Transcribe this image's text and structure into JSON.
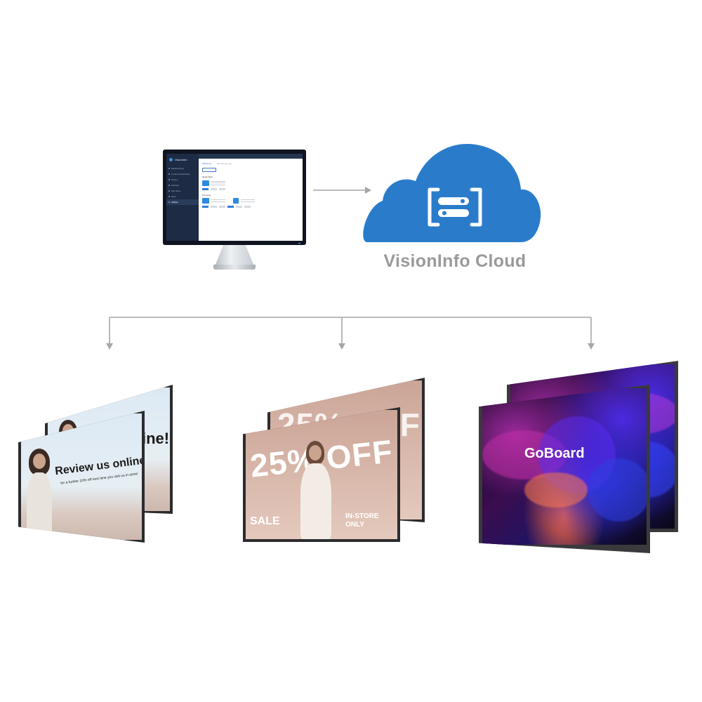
{
  "cloud": {
    "label": "VisionInfo Cloud",
    "icon": "toggle-switch-brackets-icon",
    "color": "#2a7ccb"
  },
  "monitor": {
    "app_name": "VisionInfo",
    "nav_items": [
      "Media Library",
      "Content Scheduling",
      "Screen",
      "Settings",
      "App Store",
      "More"
    ],
    "active_item": "Utilities",
    "tabs": [
      "Marketing",
      "Monitoring Apps"
    ],
    "sections": [
      "Quick Start",
      "Pro Apps"
    ]
  },
  "displays": {
    "review": {
      "headline": "Review us online!",
      "subline": "for a further 10% off next time you visit us in store!",
      "back_fragment": "ine!"
    },
    "sale": {
      "headline": "25% OFF",
      "tag": "SALE",
      "instore_line1": "IN-STORE",
      "instore_line2": "ONLY"
    },
    "goboard": {
      "brand": "GoBoard"
    }
  },
  "colors": {
    "connector": "#a6a6a6",
    "cloud_fill": "#2a7ccb",
    "label_gray": "#9a9a9a"
  }
}
